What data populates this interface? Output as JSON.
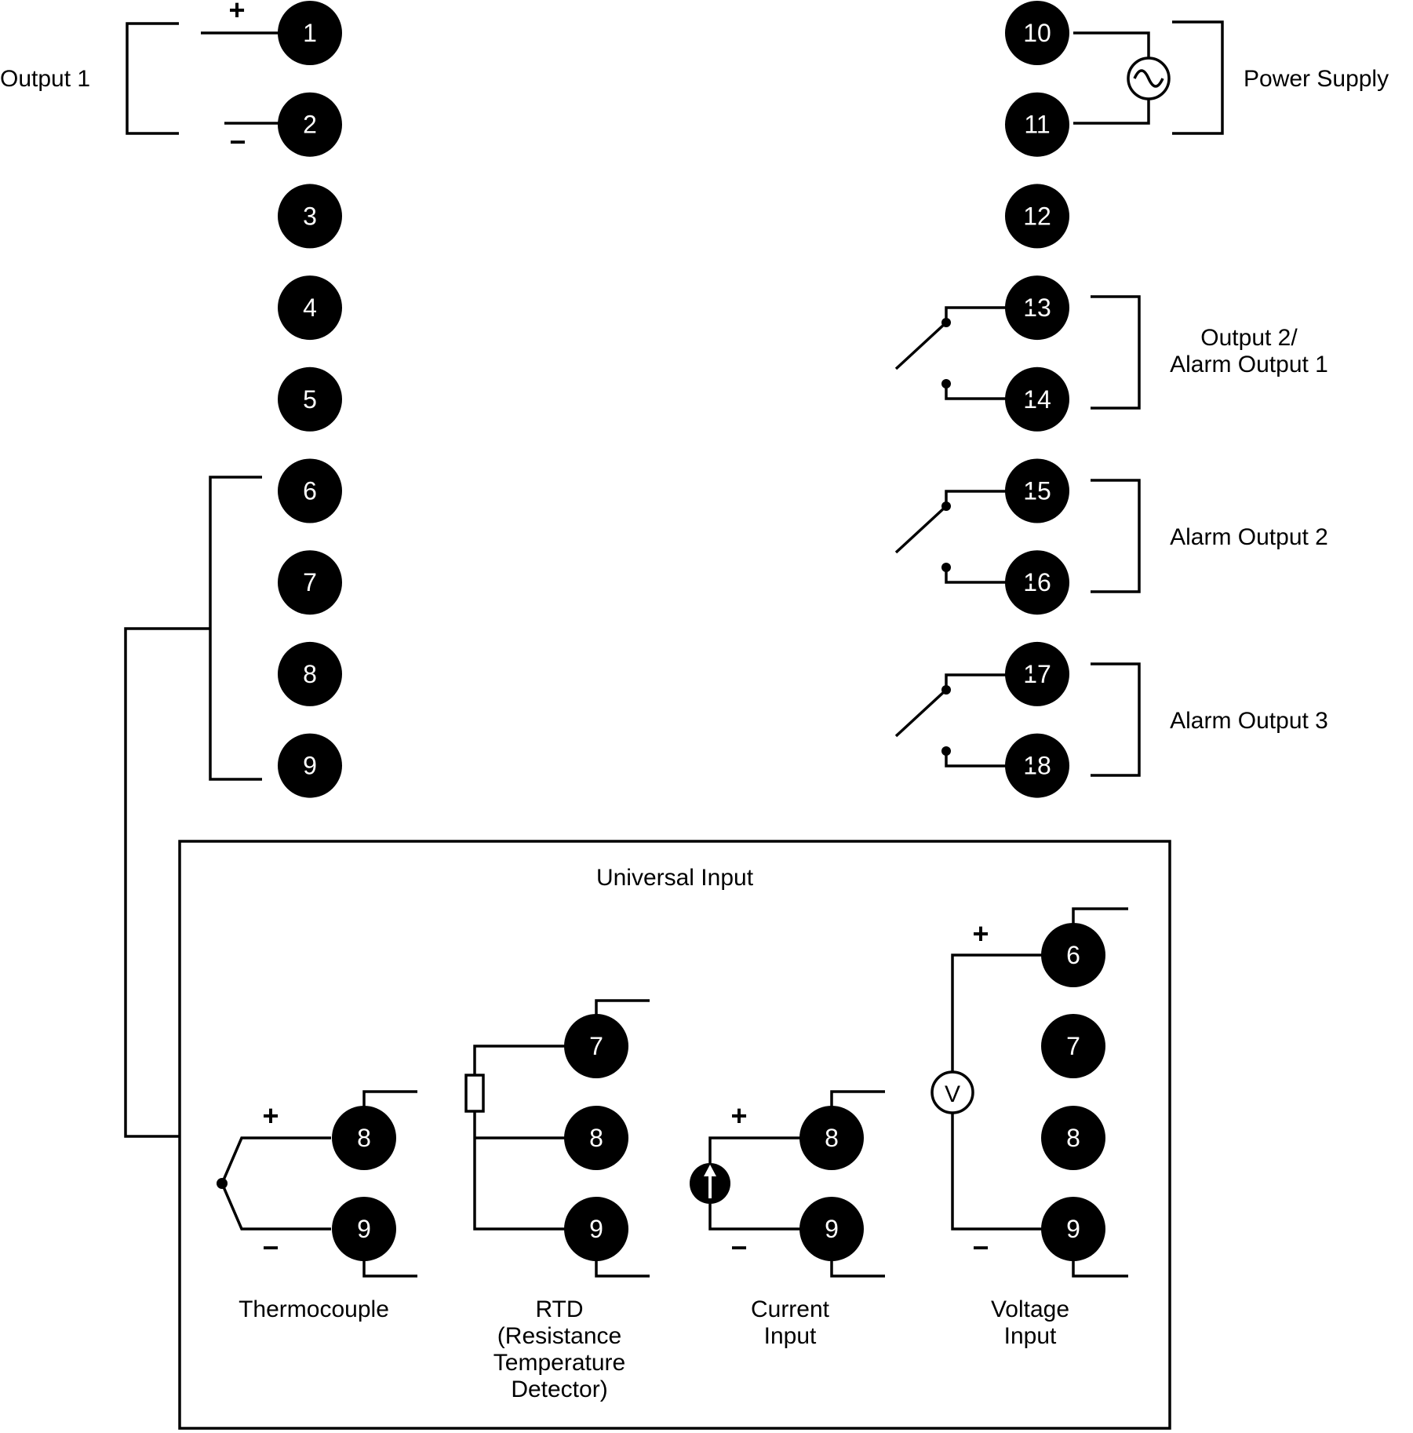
{
  "colors": {
    "terminal": "#000000",
    "terminal_text": "#ffffff",
    "line": "#000000",
    "background": "#ffffff"
  },
  "top_terminals": {
    "left_column": [
      "1",
      "2",
      "3",
      "4",
      "5",
      "6",
      "7",
      "8",
      "9"
    ],
    "right_column": [
      "10",
      "11",
      "12",
      "13",
      "14",
      "15",
      "16",
      "17",
      "18"
    ]
  },
  "labels": {
    "output1": "Output 1",
    "power_supply": "Power Supply",
    "output2_alarm1": [
      "Output 2/",
      "Alarm Output 1"
    ],
    "alarm_output2": "Alarm Output 2",
    "alarm_output3": "Alarm Output 3"
  },
  "signs": {
    "plus": "+",
    "minus": "−"
  },
  "universal_input": {
    "title": "Universal Input",
    "thermocouple": {
      "label": [
        "Thermocouple"
      ],
      "terminals": [
        "8",
        "9"
      ]
    },
    "rtd": {
      "label": [
        "RTD",
        "(Resistance",
        "Temperature",
        "Detector)"
      ],
      "terminals": [
        "7",
        "8",
        "9"
      ]
    },
    "current_input": {
      "label": [
        "Current",
        "Input"
      ],
      "terminals": [
        "8",
        "9"
      ]
    },
    "voltage_input": {
      "label": [
        "Voltage",
        "Input"
      ],
      "terminals": [
        "6",
        "7",
        "8",
        "9"
      ],
      "meter_symbol": "V"
    }
  },
  "icons": {
    "ac_source": "ac-sine-icon",
    "relay_contact": "relay-switch-icon",
    "resistor": "resistor-icon",
    "current_source": "current-source-icon",
    "voltmeter": "voltmeter-icon",
    "thermocouple_junction": "thermocouple-junction-icon"
  }
}
